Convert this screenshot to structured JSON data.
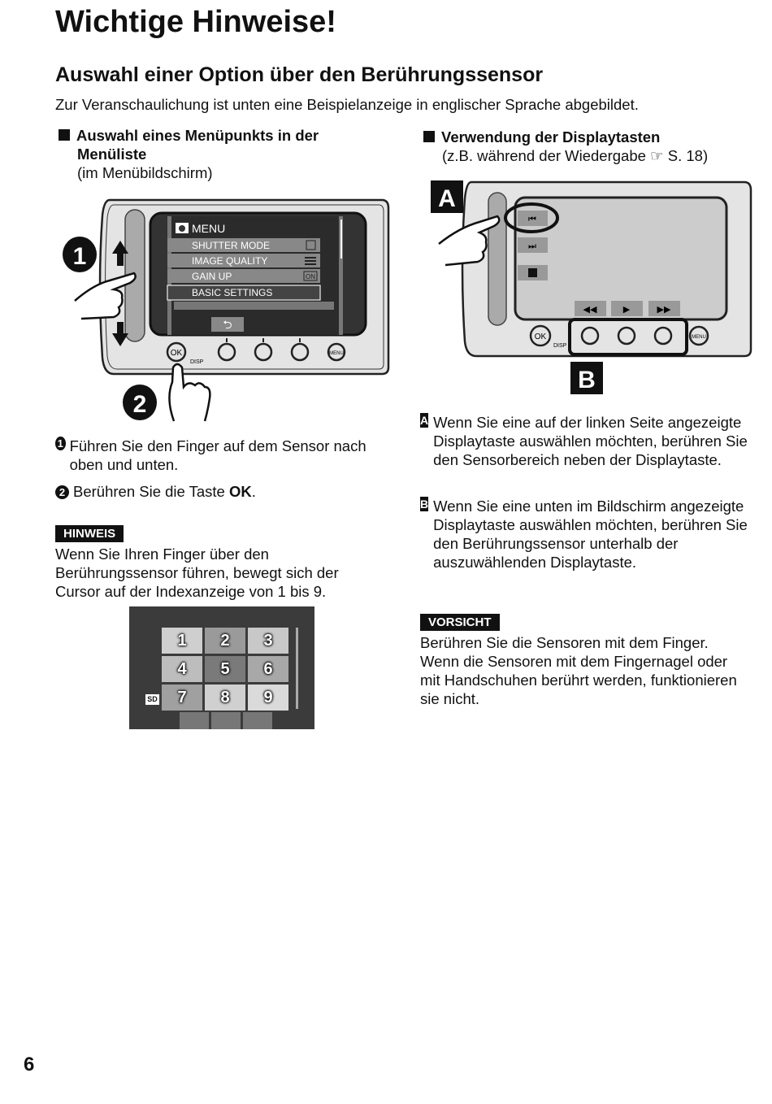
{
  "title": "Wichtige Hinweise!",
  "section_title": "Auswahl einer Option über den Berührungssensor",
  "intro": "Zur Veranschaulichung ist unten eine Beispielanzeige in englischer Sprache abgebildet.",
  "left": {
    "heading_line1": "Auswahl eines Menüpunkts in der",
    "heading_line2": "Menüliste",
    "subheading": "(im Menübildschirm)",
    "screen": {
      "menu_title": "MENU",
      "items": [
        {
          "label": "SHUTTER MODE",
          "value_icon": "square-icon"
        },
        {
          "label": "IMAGE QUALITY",
          "value_icon": "quality-bars-icon"
        },
        {
          "label": "GAIN UP",
          "value": "ON"
        },
        {
          "label": "BASIC SETTINGS",
          "selected": true
        }
      ],
      "ok_label": "OK",
      "disp_label": "DISP",
      "menu_button_label": "MENU"
    },
    "step1_marker": "1",
    "step2_marker": "2",
    "step1": "Führen Sie den Finger auf dem Sensor nach oben und unten.",
    "step2_prefix": "Berühren Sie die Taste ",
    "step2_bold": "OK",
    "step2_suffix": ".",
    "note_badge": "HINWEIS",
    "note_text": "Wenn Sie Ihren Finger über den Berührungssensor führen, bewegt sich der Cursor auf der Indexanzeige von 1 bis 9.",
    "index_numbers": [
      "1",
      "2",
      "3",
      "4",
      "5",
      "6",
      "7",
      "8",
      "9"
    ],
    "index_media": "SD"
  },
  "right": {
    "heading": "Verwendung der Displaytasten",
    "subheading": "(z.B. während der Wiedergabe ☞ S. 18)",
    "label_a": "A",
    "label_b": "B",
    "screen": {
      "ok_label": "OK",
      "disp_label": "DISP",
      "menu_button_label": "MENU"
    },
    "item_a": "Wenn Sie eine auf der linken Seite angezeigte Displaytaste auswählen möchten, berühren Sie den Sensorbereich neben der Displaytaste.",
    "item_b": "Wenn Sie eine unten im Bildschirm angezeigte Displaytaste auswählen möchten, berühren Sie den Berührungssensor unterhalb der auszuwählenden Displaytaste.",
    "caution_badge": "VORSICHT",
    "caution_text": "Berühren Sie die Sensoren mit dem Finger. Wenn die Sensoren mit dem Fingernagel oder mit Handschuhen berührt werden, funktionieren sie nicht."
  },
  "page_number": "6"
}
